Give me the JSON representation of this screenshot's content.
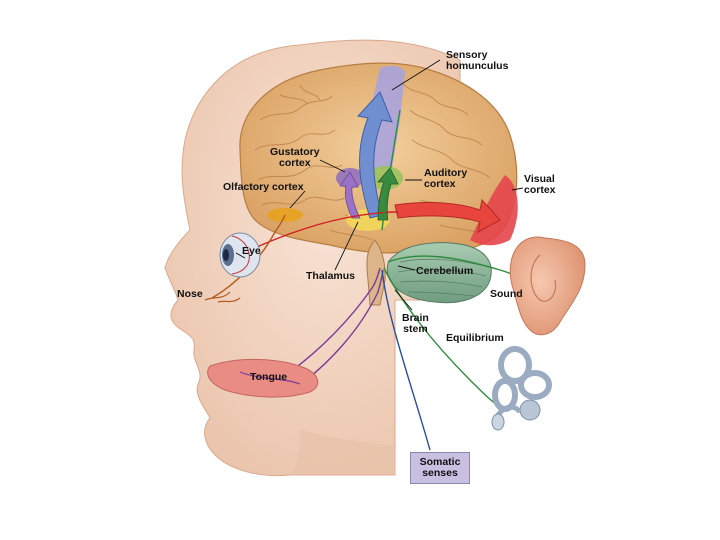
{
  "labels": {
    "sensory_homunculus": "Sensory\nhomunculus",
    "gustatory_cortex": "Gustatory\ncortex",
    "auditory_cortex": "Auditory\ncortex",
    "visual_cortex": "Visual\ncortex",
    "olfactory_cortex": "Olfactory cortex",
    "eye": "Eye",
    "thalamus": "Thalamus",
    "cerebellum": "Cerebellum",
    "nose": "Nose",
    "sound": "Sound",
    "brain_stem": "Brain\nstem",
    "equilibrium": "Equilibrium",
    "tongue": "Tongue",
    "somatic_senses": "Somatic\nsenses"
  },
  "colors": {
    "skin": "#f3d7c4",
    "skin_shadow": "#e6b9a0",
    "brain": "#e9bd84",
    "brain_fold": "#c98f52",
    "homunculus": "#a9a3dd",
    "gustatory": "#8e6cc0",
    "auditory": "#96c25a",
    "visual": "#e6454b",
    "olfactory": "#e7a21d",
    "thalamus": "#f2d85a",
    "cerebellum": "#97bfa0",
    "nerve_red": "#d11f1f",
    "nerve_purple": "#7b3a9a",
    "nerve_green": "#2e8b3d",
    "nerve_blue": "#2a4f9a",
    "ear": "#efb08f",
    "inner_ear": "#b9c6d6",
    "tongue": "#e88c84",
    "somatic_box": "#c9bfe0"
  }
}
